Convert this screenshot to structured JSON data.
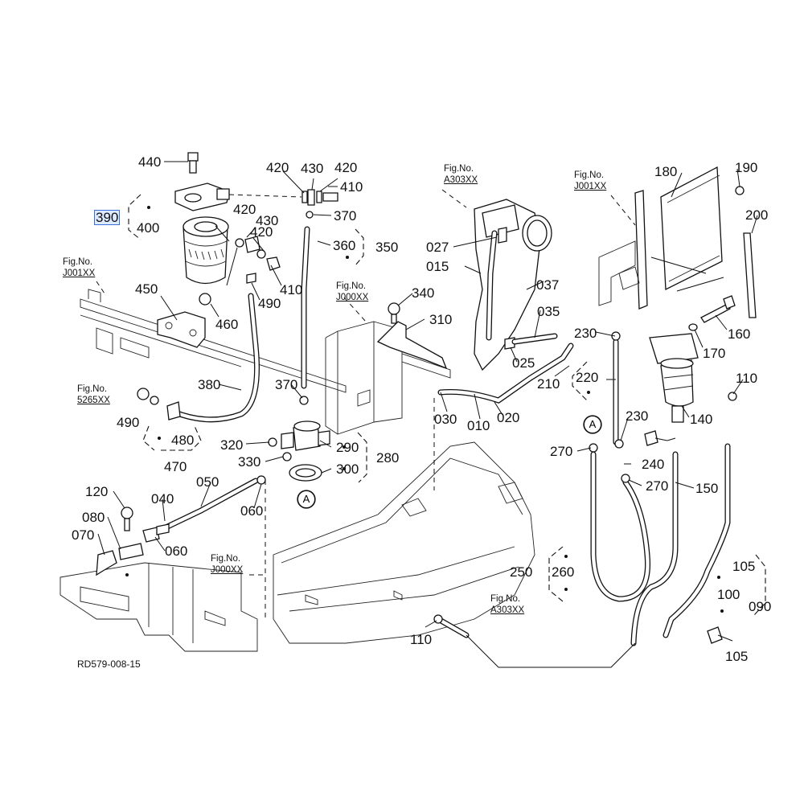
{
  "diagram_code": "RD579-008-15",
  "part_numbers": {
    "p440": "440",
    "p390": "390",
    "p400": "400",
    "p420a": "420",
    "p420b": "420",
    "p420c": "420",
    "p420d": "420",
    "p430a": "430",
    "p430b": "430",
    "p410a": "410",
    "p410b": "410",
    "p370a": "370",
    "p370b": "370",
    "p360": "360",
    "p350": "350",
    "p490a": "490",
    "p490b": "490",
    "p450": "450",
    "p460": "460",
    "p380": "380",
    "p480": "480",
    "p470": "470",
    "p340": "340",
    "p310": "310",
    "p320": "320",
    "p330": "330",
    "p290": "290",
    "p300": "300",
    "p280": "280",
    "p120": "120",
    "p080": "080",
    "p070": "070",
    "p040": "040",
    "p050": "050",
    "p060a": "060",
    "p060b": "060",
    "p027": "027",
    "p015": "015",
    "p037": "037",
    "p035": "035",
    "p025": "025",
    "p030": "030",
    "p010": "010",
    "p020": "020",
    "p210": "210",
    "p220": "220",
    "p230a": "230",
    "p230b": "230",
    "p180": "180",
    "p190": "190",
    "p200": "200",
    "p160": "160",
    "p170": "170",
    "p110a": "110",
    "p110b": "110",
    "p140": "140",
    "p270a": "270",
    "p270b": "270",
    "p240": "240",
    "p150": "150",
    "p250": "250",
    "p260": "260",
    "p105a": "105",
    "p105b": "105",
    "p100": "100",
    "p090": "090"
  },
  "fig_refs": {
    "f1": {
      "title": "Fig.No.",
      "code": "A303XX"
    },
    "f2": {
      "title": "Fig.No.",
      "code": "J001XX"
    },
    "f3": {
      "title": "Fig.No.",
      "code": "J001XX"
    },
    "f4": {
      "title": "Fig.No.",
      "code": "J000XX"
    },
    "f5": {
      "title": "Fig.No.",
      "code": "5265XX"
    },
    "f6": {
      "title": "Fig.No.",
      "code": "J000XX"
    },
    "f7": {
      "title": "Fig.No.",
      "code": "A303XX"
    }
  },
  "markers": {
    "a1": "A",
    "a2": "A"
  },
  "colors": {
    "line": "#111111",
    "selection": "#3b6fd8",
    "selection_bg": "#dce9ff"
  },
  "selected_part": "390"
}
